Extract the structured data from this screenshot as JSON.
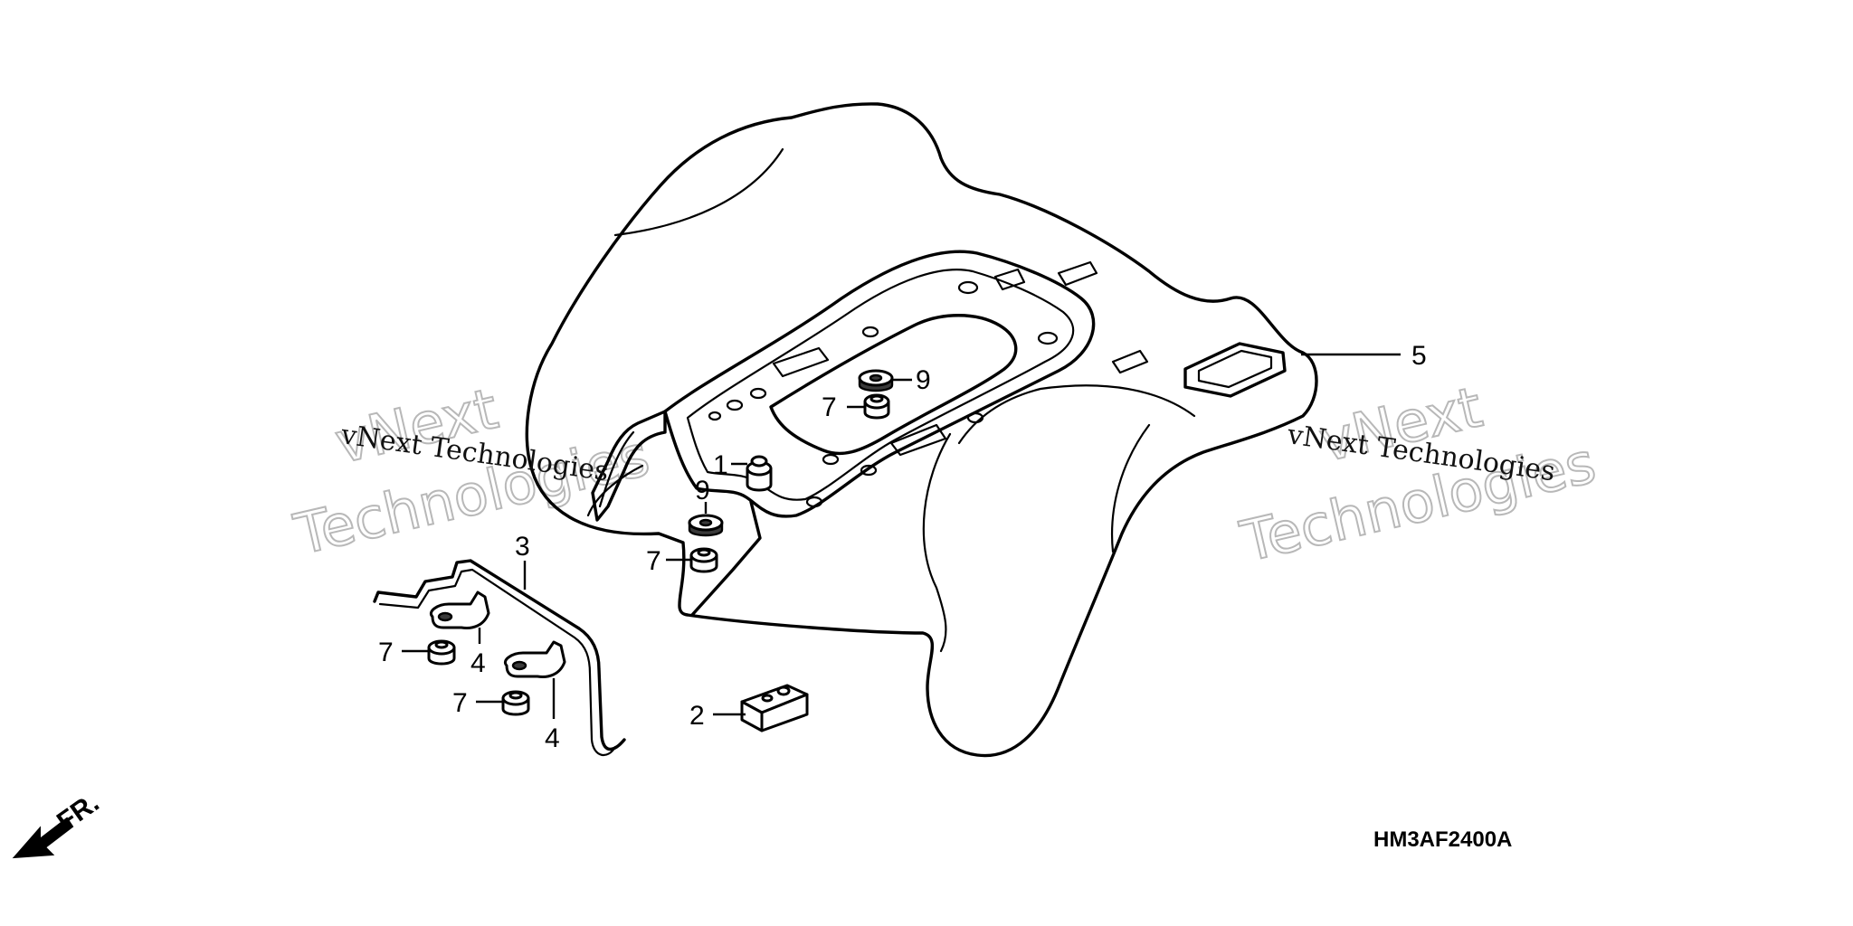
{
  "diagram": {
    "code": "HM3AF2400A",
    "direction_label": "FR."
  },
  "callouts": {
    "c1": "1",
    "c2": "2",
    "c3": "3",
    "c4a": "4",
    "c4b": "4",
    "c5": "5",
    "c7a": "7",
    "c7b": "7",
    "c7c": "7",
    "c7d": "7",
    "c9a": "9",
    "c9b": "9"
  },
  "watermarks": {
    "left_serif": "vNext Technologies",
    "left_outline_1": "vNext",
    "left_outline_2": "Technologies",
    "right_serif": "vNext Technologies",
    "right_outline_1": "vNext",
    "right_outline_2": "Technologies"
  }
}
